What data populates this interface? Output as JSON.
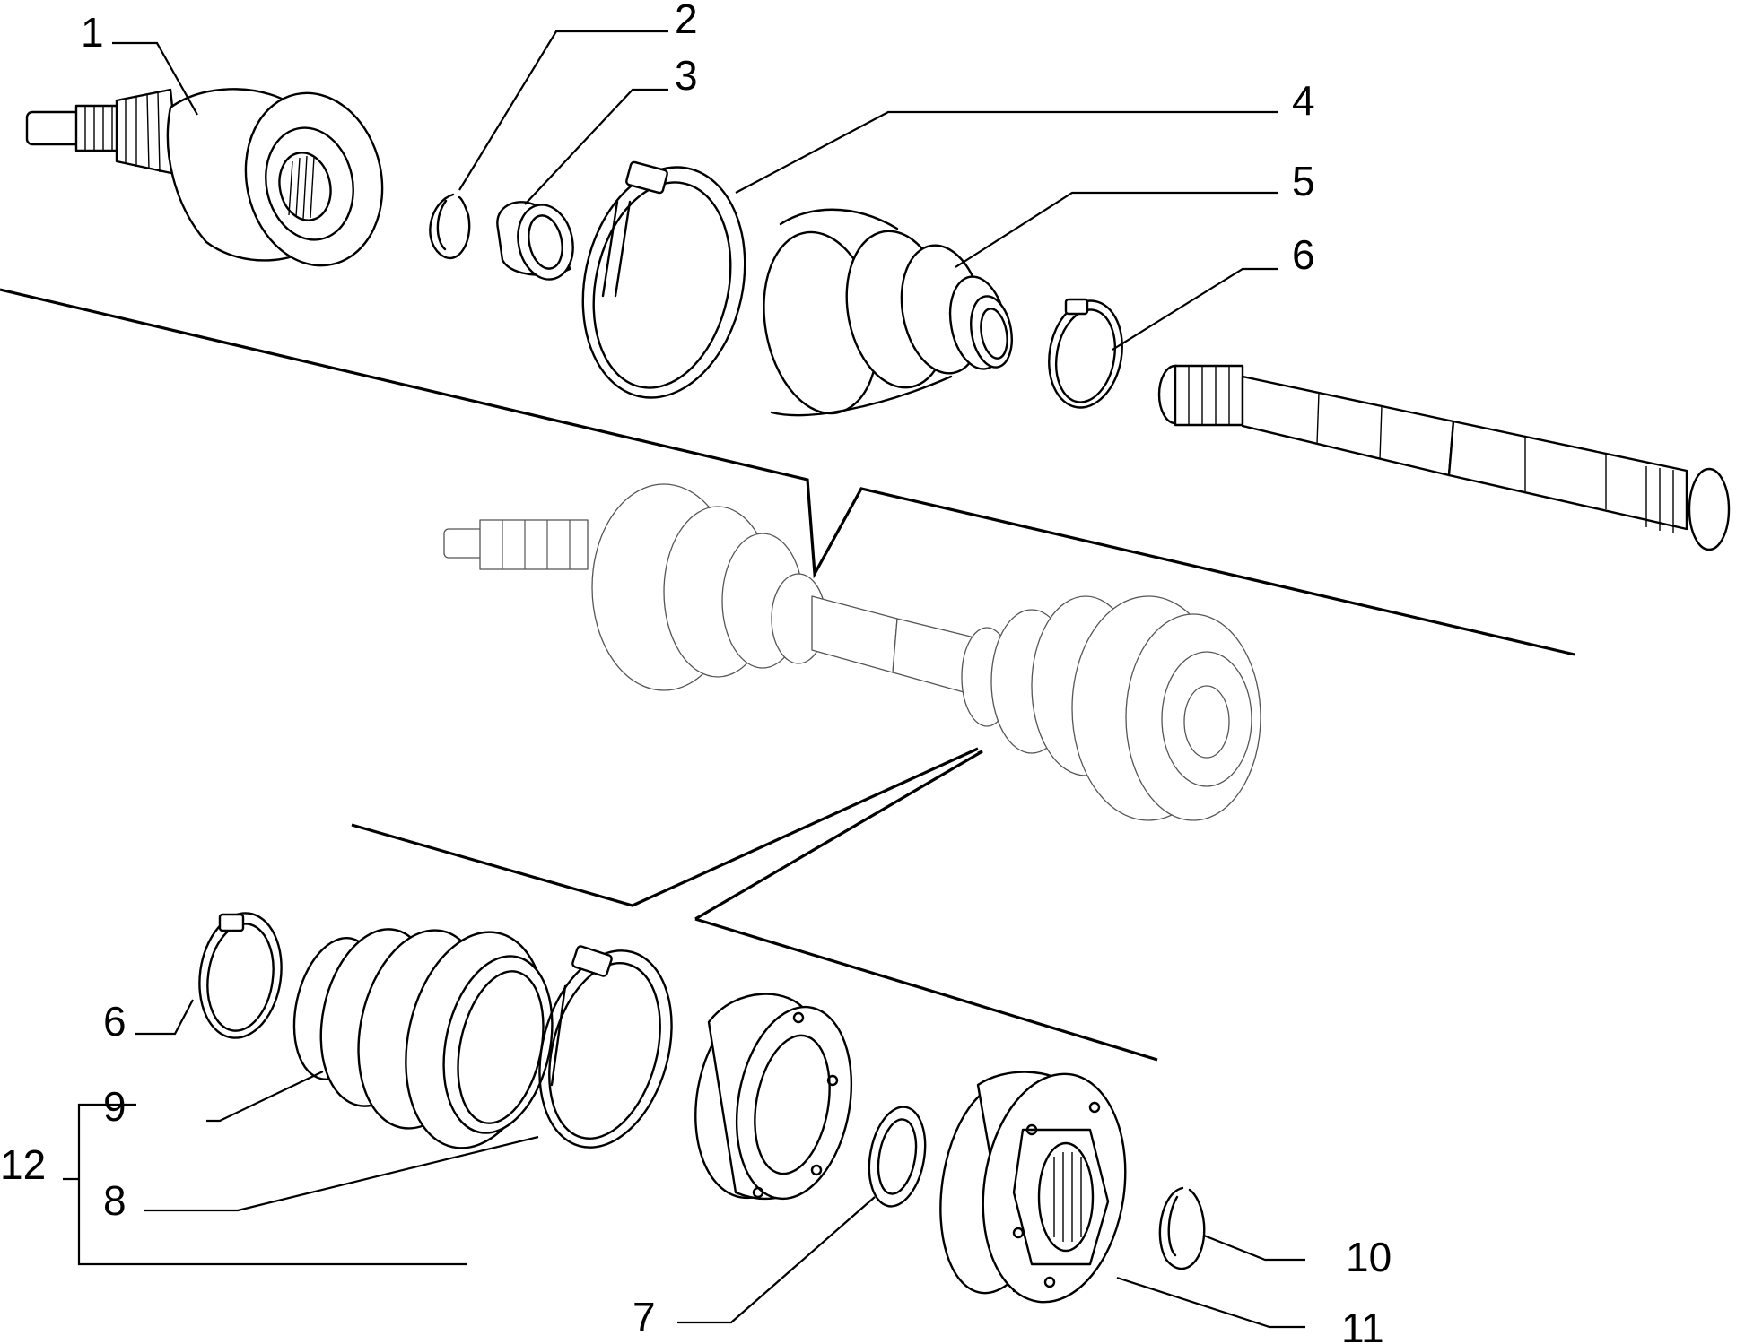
{
  "callouts": {
    "c1": "1",
    "c2": "2",
    "c3": "3",
    "c4": "4",
    "c5": "5",
    "c6_top": "6",
    "c6_bottom": "6",
    "c7": "7",
    "c8": "8",
    "c9": "9",
    "c10": "10",
    "c11": "11",
    "c12": "12"
  }
}
